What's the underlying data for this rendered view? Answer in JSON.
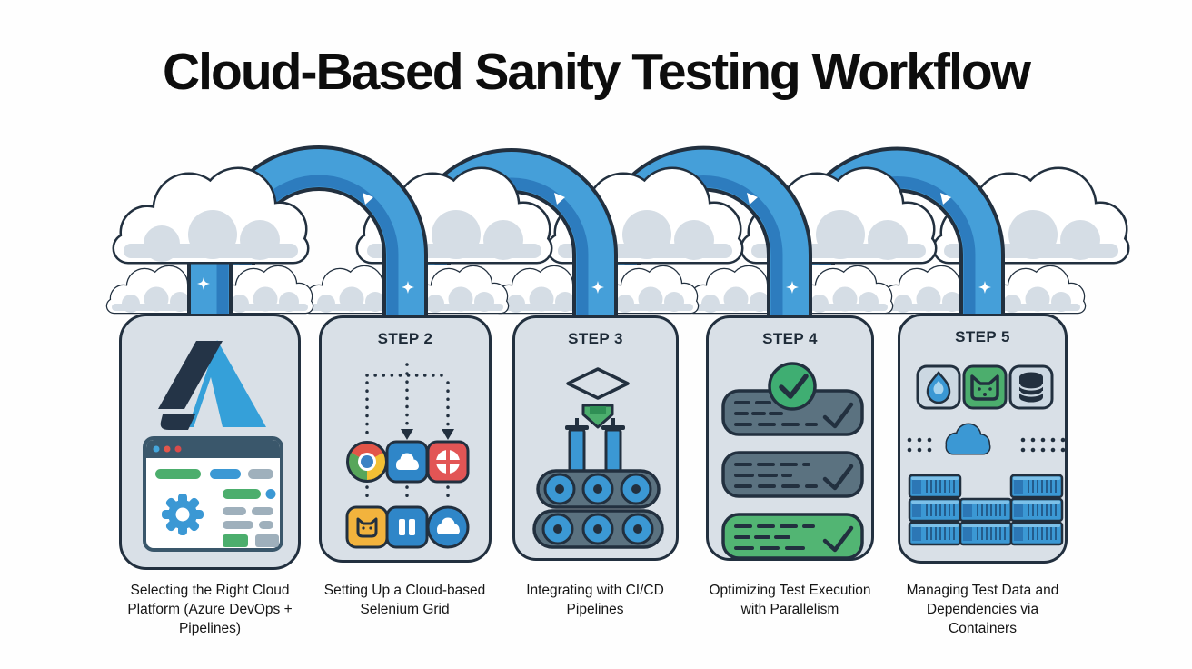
{
  "title": "Cloud-Based Sanity Testing Workflow",
  "steps": [
    {
      "label": "",
      "caption": "Selecting the Right Cloud Platform (Azure DevOps + Pipelines)",
      "icons": [
        "azure-devops-logo",
        "browser-window",
        "gear-icon"
      ]
    },
    {
      "label": "STEP 2",
      "caption": "Setting Up a Cloud-based Selenium Grid",
      "icons": [
        "chrome-icon",
        "cloud-square-icon",
        "red-target-browser-icon",
        "fox-square-icon",
        "pause-square-icon",
        "cloud-circle-icon"
      ]
    },
    {
      "label": "STEP 3",
      "caption": "Integrating with CI/CD Pipelines",
      "icons": [
        "diamond-icon",
        "green-down-arrow-icon",
        "pipe-icons",
        "conveyor-rollers"
      ]
    },
    {
      "label": "STEP 4",
      "caption": "Optimizing Test Execution with Parallelism",
      "icons": [
        "check-circle-icon",
        "task-bar-check",
        "task-bar-check",
        "task-bar-check-green"
      ]
    },
    {
      "label": "STEP 5",
      "caption": "Managing Test Data and Dependencies via Containers",
      "icons": [
        "flame-icon",
        "fox-face-icon",
        "database-icon",
        "cloud-icon",
        "container-stacks"
      ]
    }
  ],
  "palette": {
    "outline_navy": "#22303f",
    "card_bg": "#d9e0e7",
    "pipe_blue": "#459fd9",
    "pipe_dark_blue": "#2d7cbe",
    "cloud_white": "#ffffff",
    "cloud_shade": "#d5dde5",
    "green": "#4cae6d",
    "check_circle_green": "#3fae72",
    "slate": "#5b7280",
    "red": "#e25548",
    "amber": "#f2b33d",
    "icon_blue": "#3b98d4",
    "gray_pill": "#9fb0bc"
  }
}
